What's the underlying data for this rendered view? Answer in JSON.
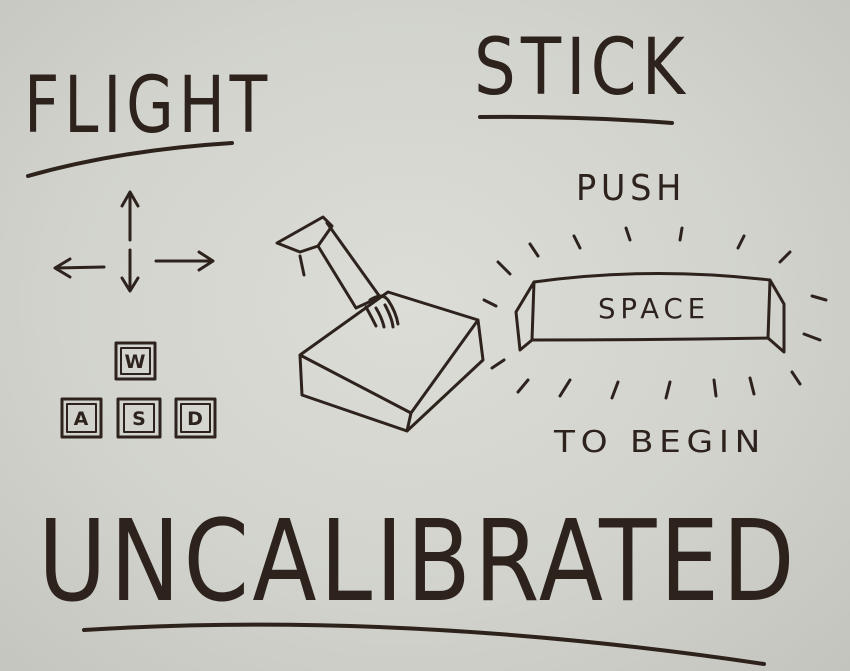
{
  "title": {
    "left": "FLIGHT",
    "right": "STICK"
  },
  "prompt": {
    "push": "PUSH",
    "key": "SPACE",
    "begin": "TO BEGIN"
  },
  "keys": {
    "up": "W",
    "left": "A",
    "down": "S",
    "right": "D"
  },
  "status": "UNCALIBRATED",
  "colors": {
    "ink": "#2d231c",
    "board": "#d2d3cd"
  }
}
